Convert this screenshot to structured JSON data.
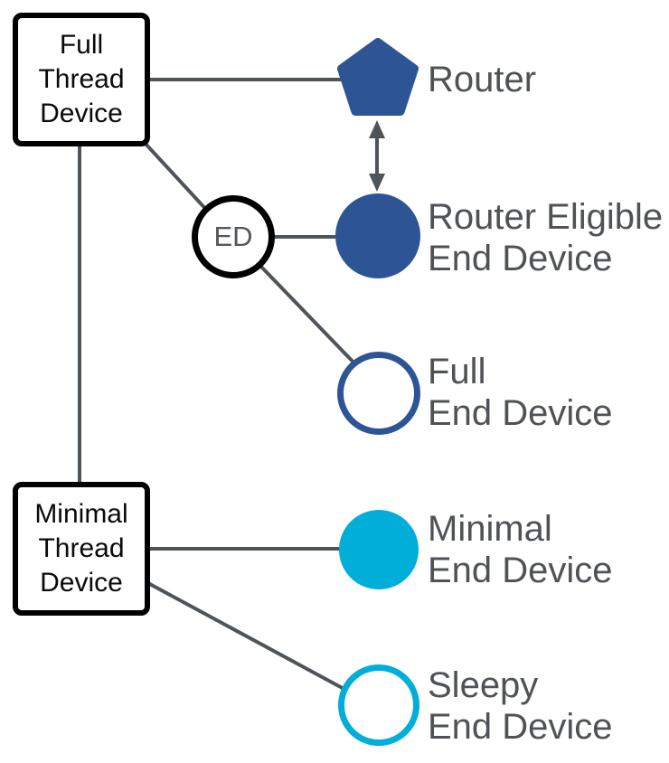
{
  "colors": {
    "navy": "#2d5596",
    "cyan": "#00aed9",
    "wire": "#4e545a",
    "outline": "#000000",
    "box_text": "#0a0a0b",
    "ed_text": "#54575b",
    "label": "#4f5256"
  },
  "nodes": {
    "full_thread_device": {
      "lines": [
        "Full",
        "Thread",
        "Device"
      ]
    },
    "minimal_thread_device": {
      "lines": [
        "Minimal",
        "Thread",
        "Device"
      ]
    },
    "ed": {
      "label": "ED"
    }
  },
  "labels": {
    "router": {
      "lines": [
        "Router"
      ]
    },
    "router_eligible_end_device": {
      "lines": [
        "Router Eligible",
        "End Device"
      ]
    },
    "full_end_device": {
      "lines": [
        "Full",
        "End Device"
      ]
    },
    "minimal_end_device": {
      "lines": [
        "Minimal",
        "End Device"
      ]
    },
    "sleepy_end_device": {
      "lines": [
        "Sleepy",
        "End Device"
      ]
    }
  }
}
